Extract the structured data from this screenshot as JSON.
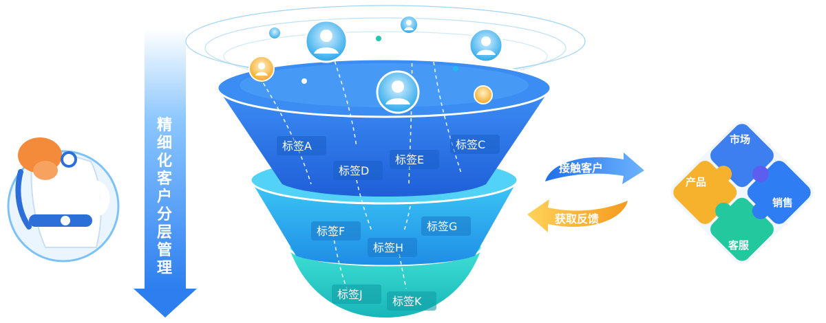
{
  "vertical_title": [
    "精",
    "细",
    "化",
    "客",
    "户",
    "分",
    "层",
    "管",
    "理"
  ],
  "tags": [
    {
      "id": "A",
      "label": "标签A"
    },
    {
      "id": "B",
      "label": "标签D"
    },
    {
      "id": "C",
      "label": "标签E"
    },
    {
      "id": "D",
      "label": "标签C"
    },
    {
      "id": "E",
      "label": "标签F"
    },
    {
      "id": "F",
      "label": "标签H"
    },
    {
      "id": "G",
      "label": "标签G"
    },
    {
      "id": "H",
      "label": "标签J"
    },
    {
      "id": "I",
      "label": "标签K"
    }
  ],
  "cycle": {
    "top_label": "接触客户",
    "bottom_label": "获取反馈"
  },
  "puzzle": {
    "top": "市场",
    "left": "产品",
    "right": "销售",
    "bottom": "客服"
  },
  "colors": {
    "funnel_top": "#1e6fe8",
    "funnel_mid": "#27b6ee",
    "funnel_bottom": "#20d3c5",
    "arrow_blue": "#2f80ed",
    "arrow_orange": "#f5a623",
    "puzzle_blue": "#2f6fe8",
    "puzzle_purple": "#5c5ef0",
    "puzzle_yellow": "#f5b52a",
    "puzzle_green": "#22c8a0"
  }
}
